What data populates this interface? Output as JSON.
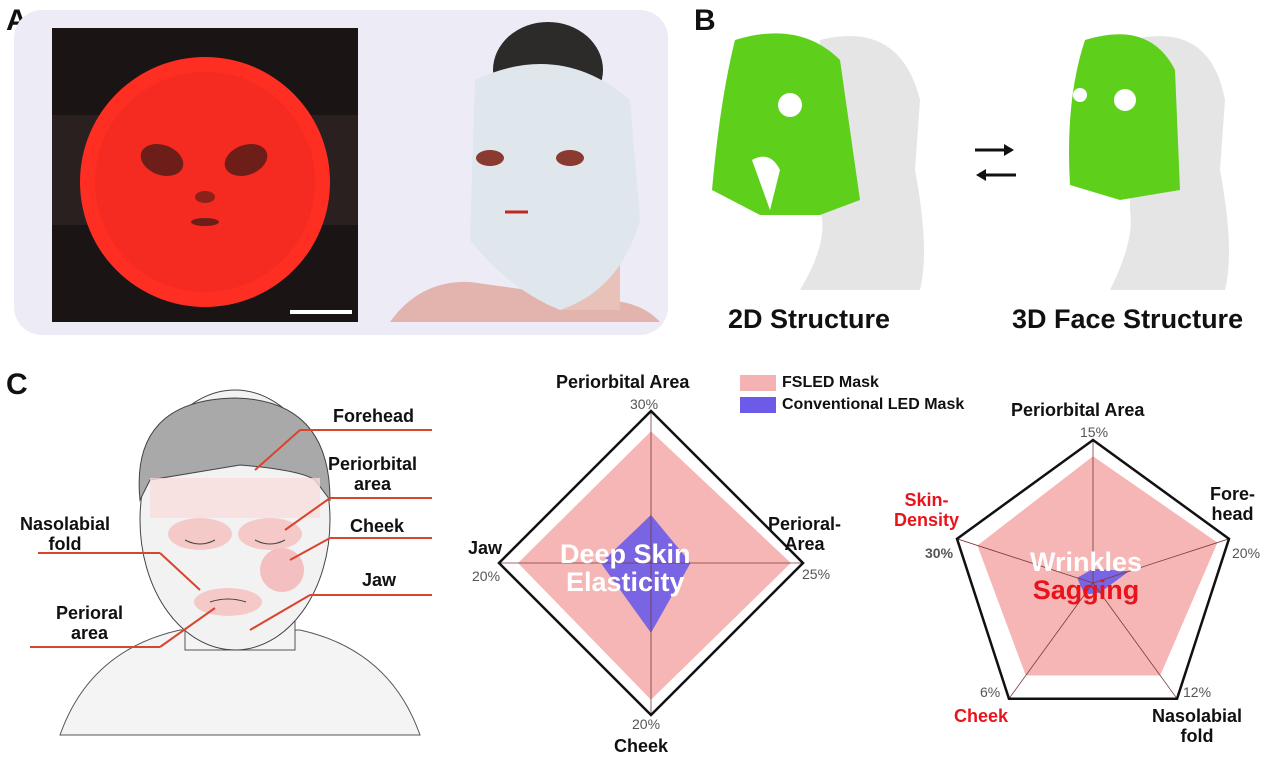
{
  "panels": {
    "a": {
      "letter": "A"
    },
    "b": {
      "letter": "B",
      "caption_left": "2D Structure",
      "caption_right": "3D Face Structure"
    },
    "c": {
      "letter": "C",
      "face_labels": {
        "forehead": "Forehead",
        "periorbital": [
          "Periorbital",
          "area"
        ],
        "cheek": "Cheek",
        "jaw": "Jaw",
        "nasolabial": [
          "Nasolabial",
          "fold"
        ],
        "perioral": [
          "Perioral",
          "area"
        ]
      }
    }
  },
  "colors": {
    "fsled": "#f5b2b2",
    "conventional": "#6b5be8",
    "label_red": "#e8141c",
    "panel_a_bg": "#ecebf6"
  },
  "legend": {
    "items": [
      {
        "label": "FSLED Mask",
        "color": "#f5b2b2"
      },
      {
        "label": "Conventional LED Mask",
        "color": "#6b5be8"
      }
    ]
  },
  "chart_data": [
    {
      "type": "radar",
      "center_label": [
        "Deep Skin",
        "Elasticity"
      ],
      "axes": [
        {
          "label": [
            "Periorbital Area"
          ],
          "max_label": "30%",
          "max": 30
        },
        {
          "label": [
            "Perioral-",
            "Area"
          ],
          "max_label": "25%",
          "max": 25
        },
        {
          "label": [
            "Cheek"
          ],
          "max_label": "20%",
          "max": 20
        },
        {
          "label": [
            "Jaw"
          ],
          "max_label": "20%",
          "max": 20
        }
      ],
      "series": [
        {
          "name": "FSLED Mask",
          "values": [
            26,
            23,
            18,
            17.5
          ]
        },
        {
          "name": "Conventional LED Mask",
          "values": [
            9.5,
            6.5,
            9.2,
            6.6
          ]
        }
      ]
    },
    {
      "type": "radar",
      "center_label": [
        "Wrinkles",
        "Sagging"
      ],
      "axes": [
        {
          "label": [
            "Periorbital Area"
          ],
          "max_label": "15%",
          "max": 15,
          "highlight": false
        },
        {
          "label": [
            "Fore-",
            "head"
          ],
          "max_label": "20%",
          "max": 20,
          "highlight": false
        },
        {
          "label": [
            "Nasolabial",
            "fold"
          ],
          "max_label": "12%",
          "max": 12,
          "highlight": false
        },
        {
          "label": [
            "Cheek"
          ],
          "max_label": "6%",
          "max": 6,
          "highlight": true
        },
        {
          "label": [
            "Skin-",
            "Density"
          ],
          "max_label": "30%",
          "max": 30,
          "highlight": true
        }
      ],
      "series": [
        {
          "name": "FSLED Mask",
          "values": [
            13.3,
            18.3,
            9.6,
            4.8,
            25.5
          ]
        },
        {
          "name": "Conventional LED Mask",
          "values": [
            1.5,
            5.3,
            1.0,
            0.6,
            3.5
          ]
        }
      ]
    }
  ]
}
